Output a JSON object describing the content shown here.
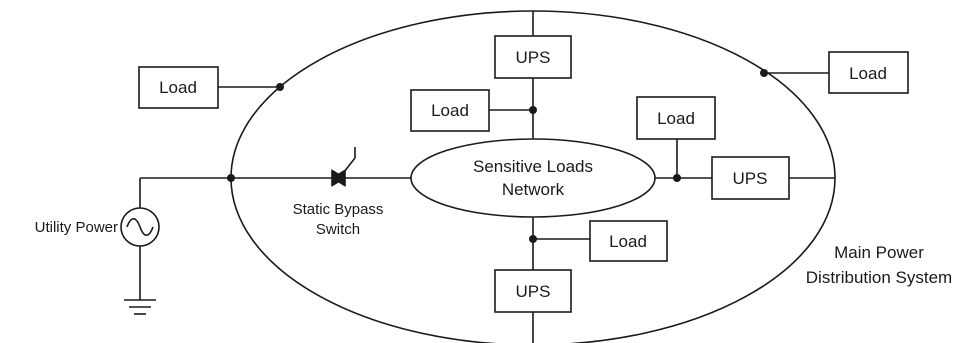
{
  "labels": {
    "ups": "UPS",
    "load": "Load",
    "center_line1": "Sensitive Loads",
    "center_line2": "Network",
    "switch_line1": "Static Bypass",
    "switch_line2": "Switch",
    "utility": "Utility Power",
    "system_line1": "Main Power",
    "system_line2": "Distribution System"
  },
  "icons": [
    "ac-source-icon",
    "ground-icon",
    "scr-switch-icon"
  ],
  "colors": {
    "stroke": "#1a1a1a",
    "background": "#ffffff"
  }
}
